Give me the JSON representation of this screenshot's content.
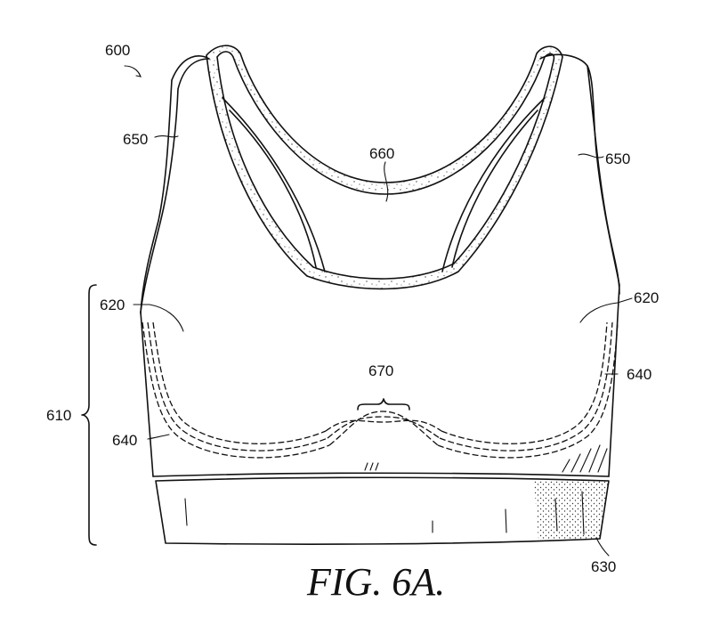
{
  "figure": {
    "caption": "FIG. 6A.",
    "labels": {
      "l600": "600",
      "l650_left": "650",
      "l650_right": "650",
      "l660": "660",
      "l620_left": "620",
      "l620_right": "620",
      "l610": "610",
      "l670": "670",
      "l640_left": "640",
      "l640_right": "640",
      "l630": "630"
    }
  }
}
